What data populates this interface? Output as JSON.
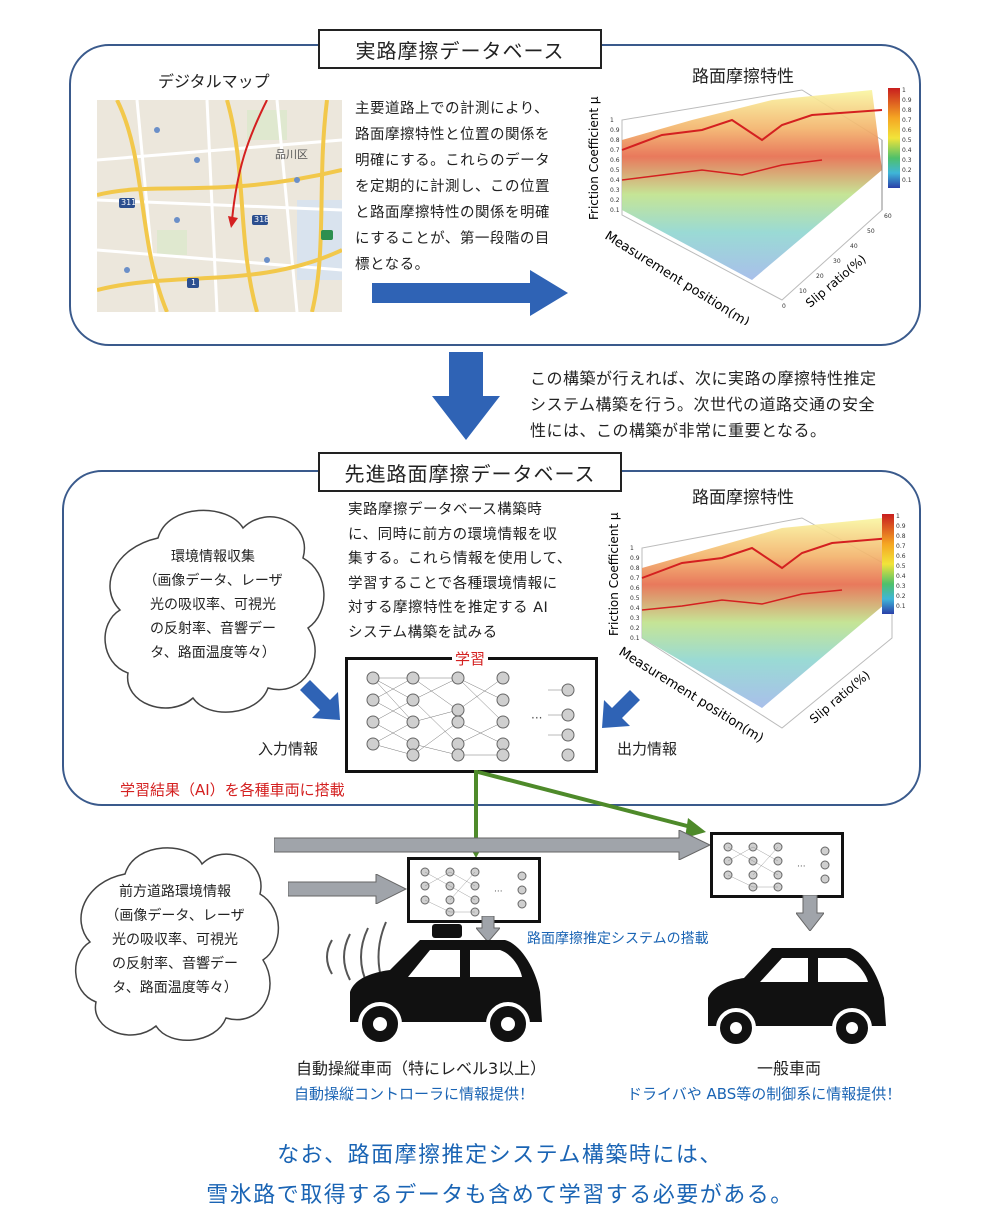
{
  "top": {
    "title": "実路摩擦データベース",
    "map_label": "デジタルマップ",
    "map_places": [
      "品川区"
    ],
    "map_routes": [
      "311",
      "318",
      "1"
    ],
    "description_lines": [
      "主要道路上での計測により、",
      "路面摩擦特性と位置の関係を",
      "明確にする。これらのデータ",
      "を定期的に計測し、この位置",
      "と路面摩擦特性の関係を明確",
      "にすることが、第一段階の目",
      "標となる。"
    ],
    "plot_title": "路面摩擦特性"
  },
  "middle_note_lines": [
    "この構築が行えれば、次に実路の摩擦特性推定",
    "システム構築を行う。次世代の道路交通の安全",
    "性には、この構築が非常に重要となる。"
  ],
  "advanced": {
    "title": "先進路面摩擦データベース",
    "cloud_lines": [
      "環境情報収集",
      "（画像データ、レーザ",
      "光の吸収率、可視光",
      "の反射率、音響デー",
      "タ、路面温度等々）"
    ],
    "description_lines": [
      "実路摩擦データベース構築時",
      "に、同時に前方の環境情報を収",
      "集する。これら情報を使用して、",
      "学習することで各種環境情報に",
      "対する摩擦特性を推定する AI",
      "システム構築を試みる"
    ],
    "learning_label": "学習",
    "input_label": "入力情報",
    "output_label": "出力情報",
    "result_label": "学習結果（AI）を各種車両に搭載",
    "plot_title": "路面摩擦特性"
  },
  "chart_axes": {
    "z_label": "Friction Coefficient  μ",
    "x_label": "Measurement position(m)",
    "y_label": "Slip ratio(%)",
    "colorbar_ticks": [
      "1",
      "0.9",
      "0.8",
      "0.7",
      "0.6",
      "0.5",
      "0.4",
      "0.3",
      "0.2",
      "0.1"
    ],
    "z_ticks": [
      "1",
      "0.9",
      "0.8",
      "0.7",
      "0.6",
      "0.5",
      "0.4",
      "0.3",
      "0.2",
      "0.1"
    ],
    "slip_ticks": [
      "0",
      "10",
      "20",
      "30",
      "40",
      "50",
      "60"
    ]
  },
  "vehicles": {
    "front_cloud_lines": [
      "前方道路環境情報",
      "（画像データ、レーザ",
      "光の吸収率、可視光",
      "の反射率、音響デー",
      "タ、路面温度等々）"
    ],
    "system_label": "路面摩擦推定システムの搭載",
    "auto_label": "自動操縦車両（特にレベル3以上）",
    "auto_sub": "自動操縦コントローラに情報提供！",
    "general_label": "一般車両",
    "general_sub": "ドライバや ABS等の制御系に情報提供！"
  },
  "bottom_lines": [
    "なお、路面摩擦推定システム構築時には、",
    "雪氷路で取得するデータも含めて学習する必要がある。"
  ],
  "colors": {
    "panel_border": "#3a5a8c",
    "arrow_blue": "#2f63b5",
    "arrow_green": "#4e8a2a",
    "arrow_gray": "#a0a4aa",
    "text_red": "#d42020",
    "text_blue": "#1a64b4"
  }
}
